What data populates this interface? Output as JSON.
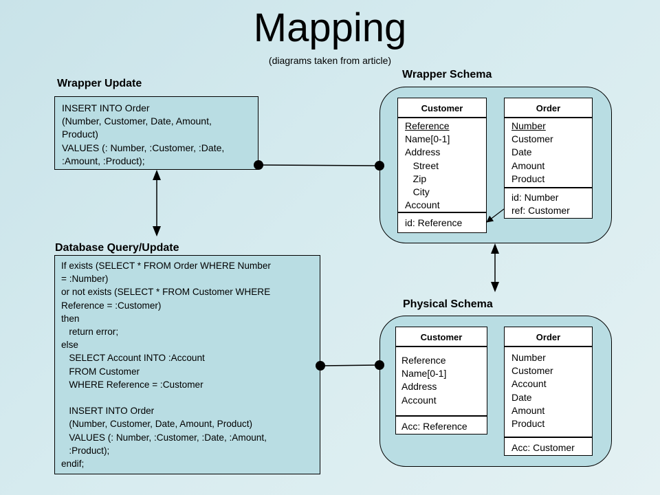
{
  "title": "Mapping",
  "subtitle": "(diagrams taken from article)",
  "wrapper_update": {
    "heading": "Wrapper Update",
    "lines": [
      "INSERT INTO Order",
      "(Number, Customer, Date, Amount,",
      "Product)",
      "VALUES (: Number, :Customer, :Date,",
      ":Amount, :Product);"
    ]
  },
  "database_query": {
    "heading": "Database Query/Update",
    "lines": [
      "If exists (SELECT * FROM Order WHERE Number",
      "= :Number)",
      "or not exists (SELECT * FROM Customer WHERE",
      "Reference = :Customer)",
      "then",
      "   return error;",
      "else",
      "   SELECT Account INTO :Account",
      "   FROM Customer",
      "   WHERE Reference = :Customer",
      "",
      "   INSERT INTO Order",
      "   (Number, Customer, Date, Amount, Product)",
      "   VALUES (: Number, :Customer, :Date, :Amount,",
      "   :Product);",
      "endif;"
    ]
  },
  "wrapper_schema": {
    "heading": "Wrapper Schema",
    "customer": {
      "name": "Customer",
      "attributes": [
        "Reference",
        "Name[0-1]",
        "Address",
        "   Street",
        "   Zip",
        "   City",
        "Account"
      ],
      "constraints": [
        "id: Reference"
      ]
    },
    "order": {
      "name": "Order",
      "attributes": [
        "Number",
        "Customer",
        "Date",
        "Amount",
        "Product"
      ],
      "constraints": [
        "id: Number",
        "ref: Customer"
      ]
    }
  },
  "physical_schema": {
    "heading": "Physical Schema",
    "customer": {
      "name": "Customer",
      "attributes": [
        "Reference",
        "Name[0-1]",
        "Address",
        "Account"
      ],
      "constraints": [
        "Acc: Reference"
      ]
    },
    "order": {
      "name": "Order",
      "attributes": [
        "Number",
        "Customer",
        "Account",
        "Date",
        "Amount",
        "Product"
      ],
      "constraints": [
        "Acc: Customer"
      ]
    }
  },
  "colors": {
    "background": "#d6ebef",
    "box_fill": "#b9dde3",
    "entity_fill": "#ffffff",
    "stroke": "#000000"
  }
}
